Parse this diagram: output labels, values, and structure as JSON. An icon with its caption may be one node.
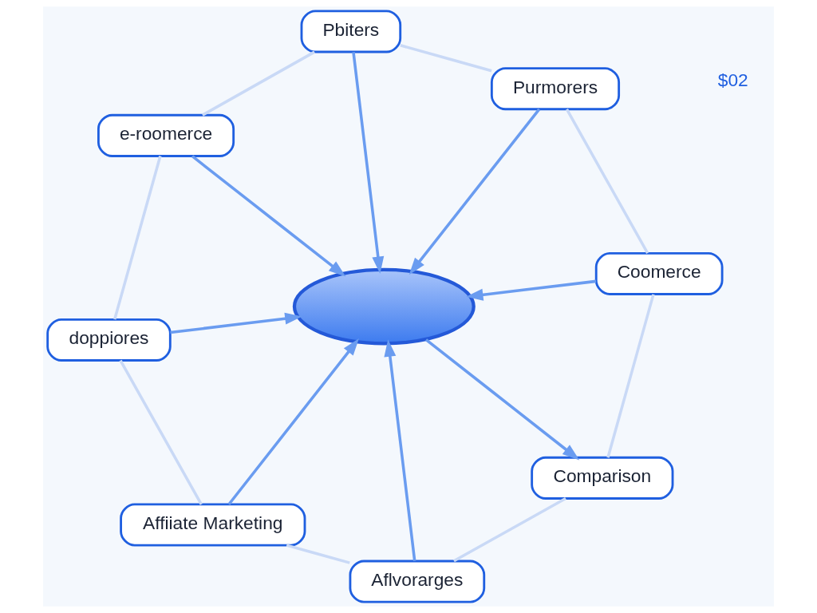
{
  "diagram": {
    "nodes": [
      {
        "text": [
          "Purmorers"
        ]
      },
      {
        "text": [
          "Pbiters"
        ]
      },
      {
        "text": [
          "Coomerce"
        ]
      },
      {
        "text": [
          "e-roomerce"
        ]
      },
      {
        "text": [],
        "shape": "picture"
      },
      {
        "text": [
          "Comparison"
        ]
      },
      {
        "text": [
          "doppiores"
        ]
      },
      {
        "text": [
          "Aflvorarges"
        ]
      },
      {
        "text": [
          "Affiiate Marketing"
        ]
      }
    ],
    "edges": [
      {
        "from": 0,
        "to": 4,
        "arrow": "to"
      },
      {
        "from": 1,
        "to": 4,
        "arrow": "to"
      },
      {
        "from": 2,
        "to": 4,
        "arrow": "to"
      },
      {
        "from": 3,
        "to": 4,
        "arrow": "to"
      },
      {
        "from": 4,
        "to": 5,
        "arrow": "to"
      },
      {
        "from": 6,
        "to": 4,
        "arrow": "to"
      },
      {
        "from": 8,
        "to": 4,
        "arrow": "to"
      },
      {
        "from": 7,
        "to": 4,
        "arrow": "to"
      },
      {
        "from": 0,
        "to": 2,
        "arrow": "none",
        "color": "#c9d9f6"
      },
      {
        "from": 2,
        "to": 5,
        "arrow": "none",
        "color": "#c9d9f6"
      },
      {
        "from": 5,
        "to": 7,
        "arrow": "none",
        "color": "#c9d9f6"
      },
      {
        "from": 7,
        "to": 8,
        "arrow": "none",
        "color": "#c9d9f6"
      },
      {
        "from": 8,
        "to": 6,
        "arrow": "none",
        "color": "#c9d9f6"
      },
      {
        "from": 6,
        "to": 3,
        "arrow": "none",
        "color": "#c9d9f6"
      },
      {
        "from": 3,
        "to": 1,
        "arrow": "none",
        "color": "#c9d9f6"
      },
      {
        "from": 1,
        "to": 0,
        "arrow": "none",
        "color": "#c9d9f6"
      }
    ],
    "labels": [
      "$02"
    ]
  }
}
